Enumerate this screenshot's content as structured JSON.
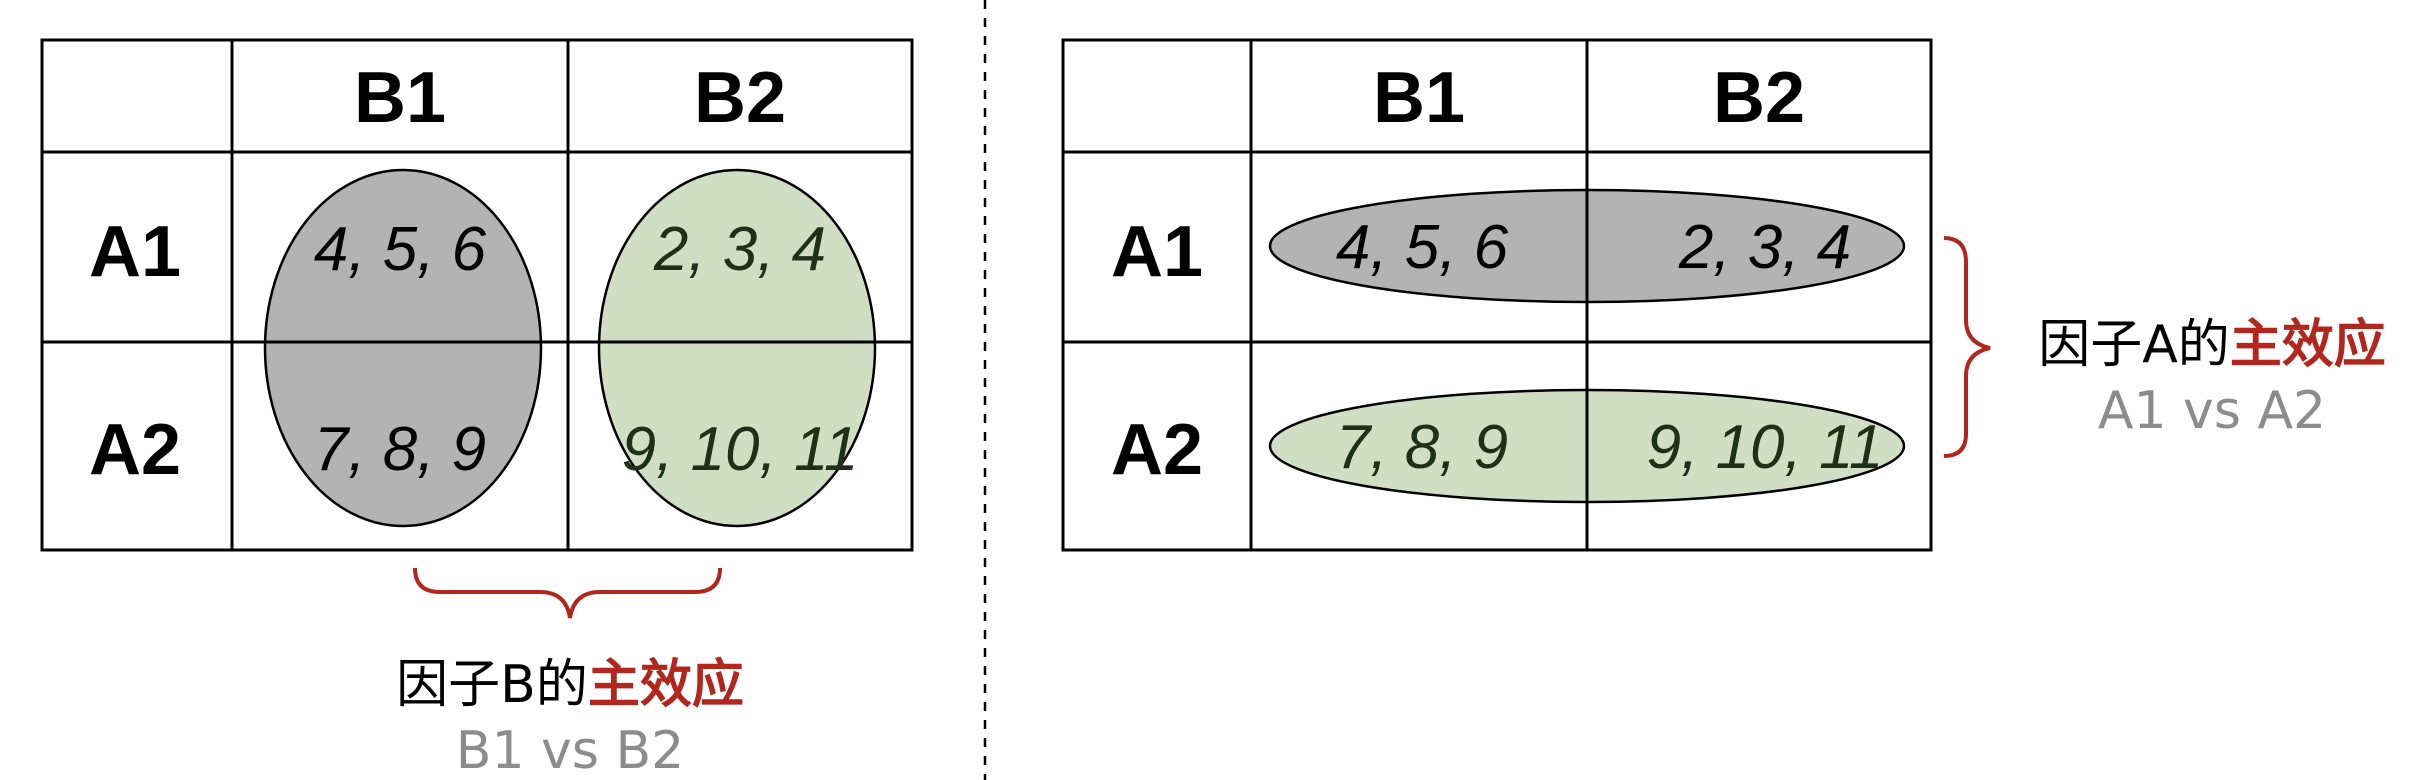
{
  "colors": {
    "gray_fill": "#b3b3b3",
    "green_fill": "#d0dfc4",
    "red_accent": "#b3261e",
    "subtitle_gray": "#8c8c8c",
    "green_text": "#1f3019"
  },
  "left_panel": {
    "headers": {
      "col1": "B1",
      "col2": "B2",
      "row1": "A1",
      "row2": "A2"
    },
    "cells": {
      "a1b1": "4, 5, 6",
      "a1b2": "2, 3, 4",
      "a2b1": "7, 8, 9",
      "a2b2": "9, 10, 11"
    },
    "caption": {
      "prefix": "因子B的",
      "highlight": "主效应",
      "subtitle": "B1 vs B2"
    }
  },
  "right_panel": {
    "headers": {
      "col1": "B1",
      "col2": "B2",
      "row1": "A1",
      "row2": "A2"
    },
    "cells": {
      "a1b1": "4, 5, 6",
      "a1b2": "2, 3, 4",
      "a2b1": "7, 8, 9",
      "a2b2": "9, 10, 11"
    },
    "caption": {
      "prefix": "因子A的",
      "highlight": "主效应",
      "subtitle": "A1 vs A2"
    }
  }
}
